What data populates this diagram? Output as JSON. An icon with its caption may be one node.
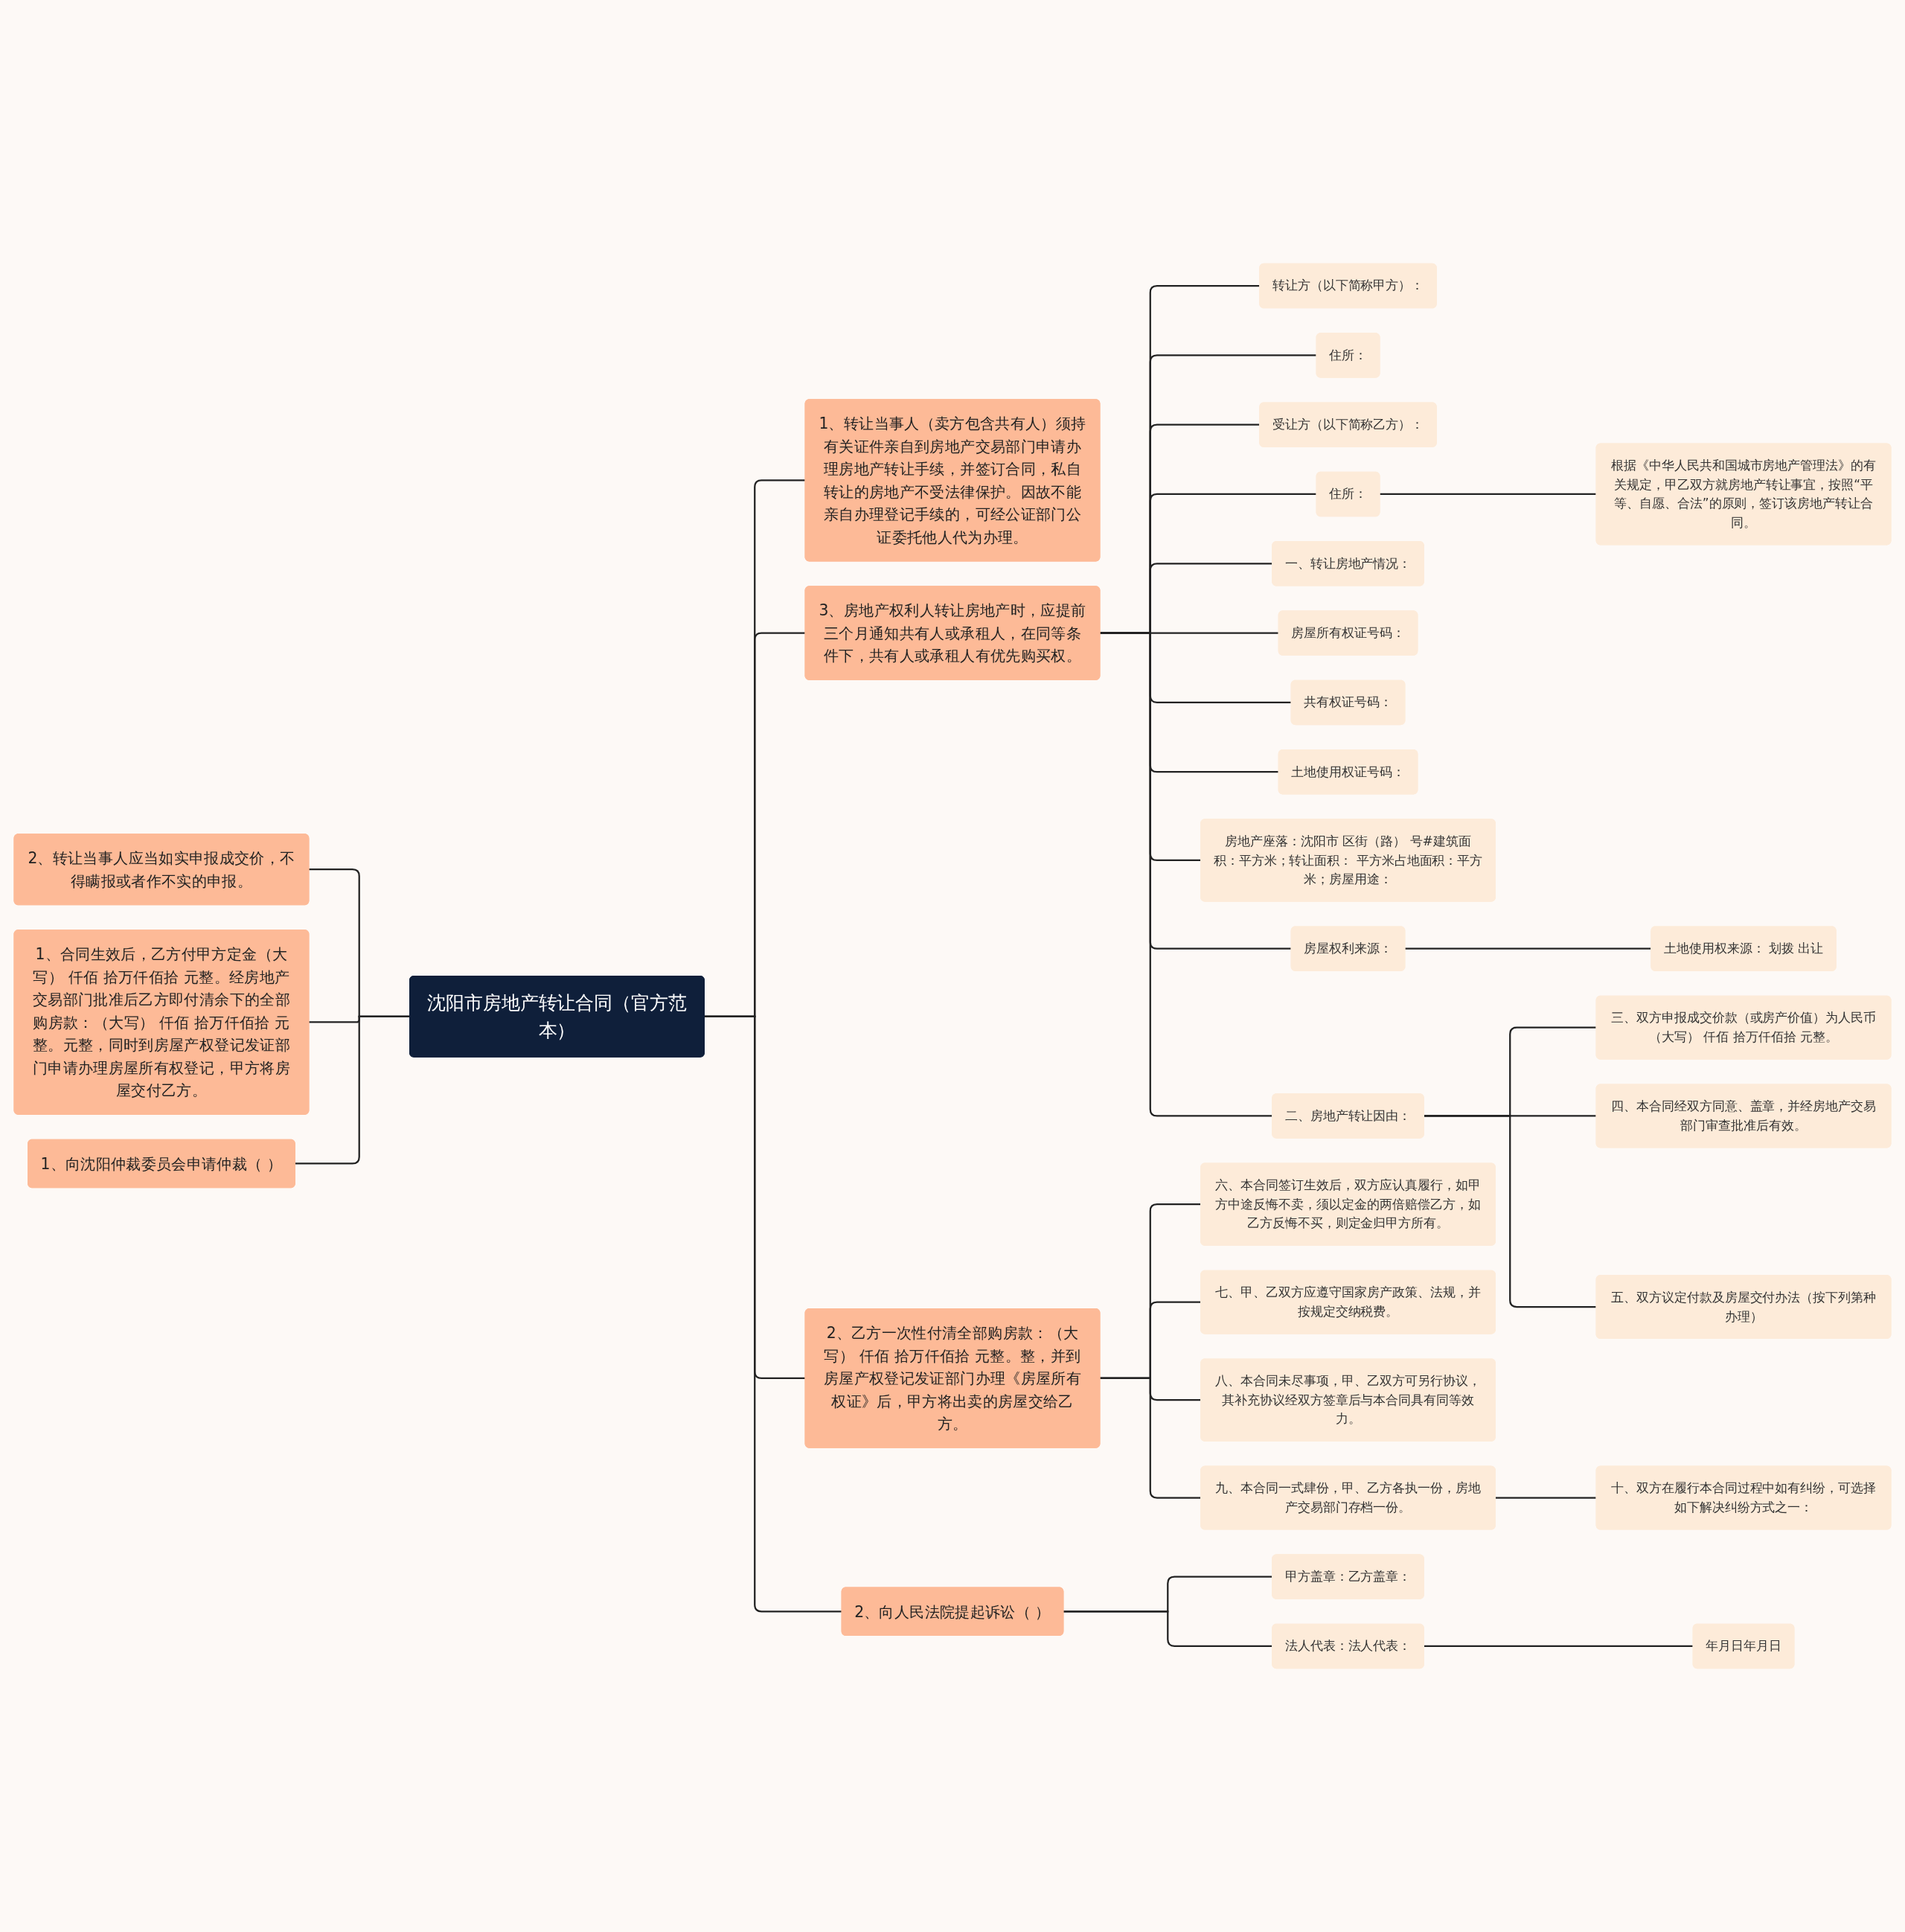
{
  "diagram": {
    "nodes": [
      {
        "text": [
          "沈阳市房地产转让合同（官方范本）"
        ]
      },
      {
        "text": [
          "2、转让当事人应当如实申报成交价，不得瞒报或者作不实的申报。"
        ]
      },
      {
        "text": [
          "1、合同生效后，乙方付甲方定金（大写） 仟佰 拾万仟佰拾 元整。经房地产交易部门批准后乙方即付清余下的全部购房款：（大写） 仟佰 拾万仟佰拾 元整。元整，同时到房屋产权登记发证部门申请办理房屋所有权登记，甲方将房屋交付乙方。"
        ]
      },
      {
        "text": [
          "1、向沈阳仲裁委员会申请仲裁（ ）"
        ]
      },
      {
        "text": [
          "1、转让当事人（卖方包含共有人）须持有关证件亲自到房地产交易部门申请办理房地产转让手续，并签订合同，私自转让的房地产不受法律保护。因故不能亲自办理登记手续的，可经公证部门公证委托他人代为办理。"
        ]
      },
      {
        "text": [
          "3、房地产权利人转让房地产时，应提前三个月通知共有人或承租人，在同等条件下，共有人或承租人有优先购买权。"
        ]
      },
      {
        "text": [
          "转让方（以下简称甲方）："
        ]
      },
      {
        "text": [
          "住所："
        ]
      },
      {
        "text": [
          "受让方（以下简称乙方）："
        ]
      },
      {
        "text": [
          "住所："
        ]
      },
      {
        "text": [
          "根据《中华人民共和国城市房地产管理法》的有关规定，甲乙双方就房地产转让事宜，按照“平等、自愿、合法”的原则，签订该房地产转让合同。"
        ]
      },
      {
        "text": [
          "一、转让房地产情况："
        ]
      },
      {
        "text": [
          "房屋所有权证号码："
        ]
      },
      {
        "text": [
          "共有权证号码："
        ]
      },
      {
        "text": [
          "土地使用权证号码："
        ]
      },
      {
        "text": [
          "房地产座落：沈阳市 区街（路） 号#建筑面积：平方米；转让面积： 平方米占地面积：平方米；房屋用途："
        ]
      },
      {
        "text": [
          "房屋权利来源："
        ]
      },
      {
        "text": [
          "土地使用权来源： 划拨 出让"
        ]
      },
      {
        "text": [
          "二、房地产转让因由："
        ]
      },
      {
        "text": [
          "三、双方申报成交价款（或房产价值）为人民币（大写） 仟佰 拾万仟佰拾 元整。"
        ]
      },
      {
        "text": [
          "四、本合同经双方同意、盖章，并经房地产交易部门审查批准后有效。"
        ]
      },
      {
        "text": [
          "五、双方议定付款及房屋交付办法（按下列第种办理）"
        ]
      },
      {
        "text": [
          "2、乙方一次性付清全部购房款：（大写） 仟佰 拾万仟佰拾 元整。整，并到房屋产权登记发证部门办理《房屋所有权证》后，甲方将出卖的房屋交给乙方。"
        ]
      },
      {
        "text": [
          "六、本合同签订生效后，双方应认真履行，如甲方中途反悔不卖，须以定金的两倍赔偿乙方，如乙方反悔不买，则定金归甲方所有。"
        ]
      },
      {
        "text": [
          "七、甲、乙双方应遵守国家房产政策、法规，并按规定交纳税费。"
        ]
      },
      {
        "text": [
          "八、本合同未尽事项，甲、乙双方可另行协议，其补充协议经双方签章后与本合同具有同等效力。"
        ]
      },
      {
        "text": [
          "九、本合同一式肆份，甲、乙方各执一份，房地产交易部门存档一份。"
        ]
      },
      {
        "text": [
          "十、双方在履行本合同过程中如有纠纷，可选择如下解决纠纷方式之一："
        ]
      },
      {
        "text": [
          "2、向人民法院提起诉讼（ ）"
        ]
      },
      {
        "text": [
          "甲方盖章：乙方盖章："
        ]
      },
      {
        "text": [
          "法人代表：法人代表："
        ]
      },
      {
        "text": [
          "年月日年月日"
        ]
      }
    ],
    "edges": [
      {
        "from": 0,
        "to": 1,
        "arrow": "none"
      },
      {
        "from": 0,
        "to": 2,
        "arrow": "none"
      },
      {
        "from": 0,
        "to": 3,
        "arrow": "none"
      },
      {
        "from": 0,
        "to": 4,
        "arrow": "none"
      },
      {
        "from": 0,
        "to": 5,
        "arrow": "none"
      },
      {
        "from": 5,
        "to": 6,
        "arrow": "none"
      },
      {
        "from": 5,
        "to": 7,
        "arrow": "none"
      },
      {
        "from": 5,
        "to": 8,
        "arrow": "none"
      },
      {
        "from": 5,
        "to": 9,
        "arrow": "none"
      },
      {
        "from": 9,
        "to": 10,
        "arrow": "none"
      },
      {
        "from": 5,
        "to": 11,
        "arrow": "none"
      },
      {
        "from": 5,
        "to": 12,
        "arrow": "none"
      },
      {
        "from": 5,
        "to": 13,
        "arrow": "none"
      },
      {
        "from": 5,
        "to": 14,
        "arrow": "none"
      },
      {
        "from": 5,
        "to": 15,
        "arrow": "none"
      },
      {
        "from": 5,
        "to": 16,
        "arrow": "none"
      },
      {
        "from": 16,
        "to": 17,
        "arrow": "none"
      },
      {
        "from": 5,
        "to": 18,
        "arrow": "none"
      },
      {
        "from": 18,
        "to": 19,
        "arrow": "none"
      },
      {
        "from": 18,
        "to": 20,
        "arrow": "none"
      },
      {
        "from": 18,
        "to": 21,
        "arrow": "none"
      },
      {
        "from": 0,
        "to": 22,
        "arrow": "none"
      },
      {
        "from": 22,
        "to": 23,
        "arrow": "none"
      },
      {
        "from": 22,
        "to": 24,
        "arrow": "none"
      },
      {
        "from": 22,
        "to": 25,
        "arrow": "none"
      },
      {
        "from": 22,
        "to": 26,
        "arrow": "none"
      },
      {
        "from": 26,
        "to": 27,
        "arrow": "none"
      },
      {
        "from": 0,
        "to": 28,
        "arrow": "none"
      },
      {
        "from": 28,
        "to": 29,
        "arrow": "none"
      },
      {
        "from": 28,
        "to": 30,
        "arrow": "none"
      },
      {
        "from": 30,
        "to": 31,
        "arrow": "none"
      }
    ]
  }
}
